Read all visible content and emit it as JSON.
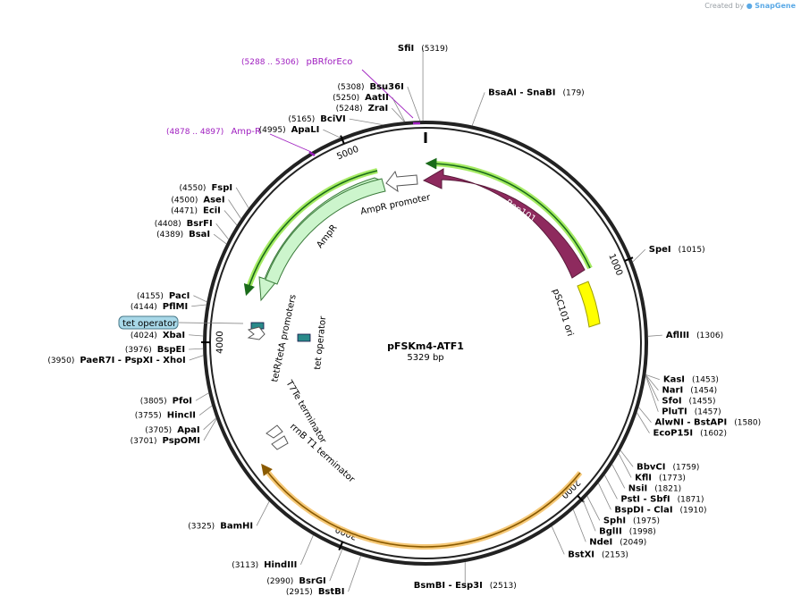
{
  "credit": {
    "prefix": "Created by",
    "brand": "SnapGene"
  },
  "plasmid": {
    "name": "pFSKm4-ATF1",
    "size_label": "5329 bp",
    "total_bp": 5329
  },
  "ticks": [
    {
      "label": "1000",
      "bp": 1000
    },
    {
      "label": "2000",
      "bp": 2000
    },
    {
      "label": "3000",
      "bp": 3000
    },
    {
      "label": "4000",
      "bp": 4000
    },
    {
      "label": "5000",
      "bp": 5000
    }
  ],
  "sites": [
    {
      "name": "SfiI",
      "pos": "(5319)",
      "bp": 5319,
      "side": "top"
    },
    {
      "name": "BsaAI",
      "extra": " - SnaBI",
      "pos": "(179)",
      "bp": 179,
      "side": "right"
    },
    {
      "name": "SpeI",
      "pos": "(1015)",
      "bp": 1015,
      "side": "right"
    },
    {
      "name": "AflIII",
      "pos": "(1306)",
      "bp": 1306,
      "side": "right"
    },
    {
      "name": "KasI",
      "pos": "(1453)",
      "bp": 1453,
      "side": "right"
    },
    {
      "name": "NarI",
      "pos": "(1454)",
      "bp": 1454,
      "side": "right"
    },
    {
      "name": "SfoI",
      "pos": "(1455)",
      "bp": 1455,
      "side": "right"
    },
    {
      "name": "PluTI",
      "pos": "(1457)",
      "bp": 1457,
      "side": "right"
    },
    {
      "name": "AlwNI",
      "extra": " - BstAPI",
      "pos": "(1580)",
      "bp": 1580,
      "side": "right"
    },
    {
      "name": "EcoP15I",
      "pos": "(1602)",
      "bp": 1602,
      "side": "right"
    },
    {
      "name": "BbvCI",
      "pos": "(1759)",
      "bp": 1759,
      "side": "right"
    },
    {
      "name": "KflI",
      "pos": "(1773)",
      "bp": 1773,
      "side": "right"
    },
    {
      "name": "NsiI",
      "pos": "(1821)",
      "bp": 1821,
      "side": "right"
    },
    {
      "name": "PstI",
      "extra": " - SbfI",
      "pos": "(1871)",
      "bp": 1871,
      "side": "right"
    },
    {
      "name": "BspDI",
      "extra": " - ClaI",
      "pos": "(1910)",
      "bp": 1910,
      "side": "right"
    },
    {
      "name": "SphI",
      "pos": "(1975)",
      "bp": 1975,
      "side": "right"
    },
    {
      "name": "BglII",
      "pos": "(1998)",
      "bp": 1998,
      "side": "right"
    },
    {
      "name": "NdeI",
      "pos": "(2049)",
      "bp": 2049,
      "side": "right"
    },
    {
      "name": "BstXI",
      "pos": "(2153)",
      "bp": 2153,
      "side": "right"
    },
    {
      "name": "BsmBI",
      "extra": " - Esp3I",
      "pos": "(2513)",
      "bp": 2513,
      "side": "bottom"
    },
    {
      "name": "BstBI",
      "pos": "(2915)",
      "bp": 2915,
      "side": "left"
    },
    {
      "name": "BsrGI",
      "pos": "(2990)",
      "bp": 2990,
      "side": "left"
    },
    {
      "name": "HindIII",
      "pos": "(3113)",
      "bp": 3113,
      "side": "left"
    },
    {
      "name": "BamHI",
      "pos": "(3325)",
      "bp": 3325,
      "side": "left"
    },
    {
      "name": "PspOMI",
      "pos": "(3701)",
      "bp": 3701,
      "side": "left"
    },
    {
      "name": "ApaI",
      "pos": "(3705)",
      "bp": 3705,
      "side": "left"
    },
    {
      "name": "HincII",
      "pos": "(3755)",
      "bp": 3755,
      "side": "left"
    },
    {
      "name": "PfoI",
      "pos": "(3805)",
      "bp": 3805,
      "side": "left"
    },
    {
      "name": "XhoI",
      "prefixes": "PaeR7I - PspXI - ",
      "pos": "(3950)",
      "bp": 3950,
      "side": "left"
    },
    {
      "name": "BspEI",
      "pos": "(3976)",
      "bp": 3976,
      "side": "left"
    },
    {
      "name": "XbaI",
      "pos": "(4024)",
      "bp": 4024,
      "side": "left"
    },
    {
      "name": "PflMI",
      "pos": "(4144)",
      "bp": 4144,
      "side": "left"
    },
    {
      "name": "PacI",
      "pos": "(4155)",
      "bp": 4155,
      "side": "left"
    },
    {
      "name": "BsaI",
      "pos": "(4389)",
      "bp": 4389,
      "side": "left"
    },
    {
      "name": "BsrFI",
      "pos": "(4408)",
      "bp": 4408,
      "side": "left"
    },
    {
      "name": "EciI",
      "pos": "(4471)",
      "bp": 4471,
      "side": "left"
    },
    {
      "name": "AseI",
      "pos": "(4500)",
      "bp": 4500,
      "side": "left"
    },
    {
      "name": "FspI",
      "pos": "(4550)",
      "bp": 4550,
      "side": "left"
    },
    {
      "name": "ApaLI",
      "pos": "(4995)",
      "bp": 4995,
      "side": "left"
    },
    {
      "name": "BciVI",
      "pos": "(5165)",
      "bp": 5165,
      "side": "left"
    },
    {
      "name": "ZraI",
      "pos": "(5248)",
      "bp": 5248,
      "side": "left"
    },
    {
      "name": "AatII",
      "pos": "(5250)",
      "bp": 5250,
      "side": "left"
    },
    {
      "name": "Bsu36I",
      "pos": "(5308)",
      "bp": 5308,
      "side": "left"
    }
  ],
  "primers": [
    {
      "name": "pBRforEco",
      "range": "(5288 .. 5306)"
    },
    {
      "name": "Amp-R",
      "range": "(4878 .. 4897)"
    }
  ],
  "features": {
    "rep101": "Rep101",
    "psc101_ori": "pSC101 ori",
    "ampr": "AmpR",
    "ampr_promoter": "AmpR promoter",
    "tetr_teta_promoters": "tetR/tetA promoters",
    "tet_operator_inner": "tet operator",
    "tet_operator_outer": "tet operator",
    "t7te_terminator": "T7Te terminator",
    "rrnb_t1_terminator": "rrnB T1 terminator"
  },
  "colors": {
    "rep101": "#8e2a5e",
    "ori": "#ffff00",
    "ampr": "#ccf5cc",
    "green_band": "#8ee63c",
    "orange_band": "#f5c060",
    "tet_operator": "#2a8a8a",
    "tet_badge": "#a8d8e8",
    "primer": "#a020c0"
  }
}
